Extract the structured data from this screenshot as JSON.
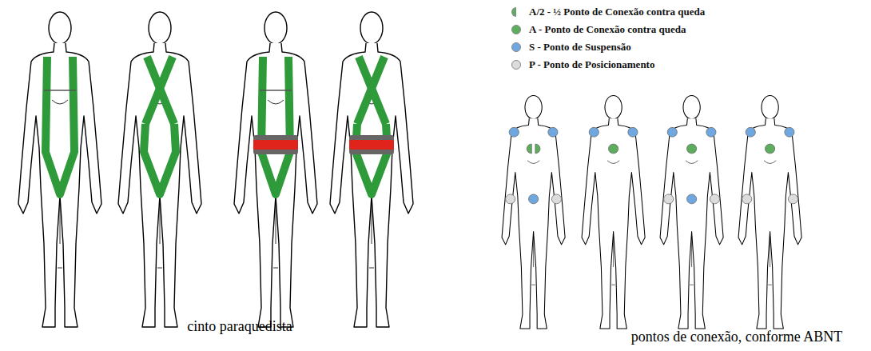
{
  "diagram": {
    "labels": [
      "cinto paraquedista",
      "pontos de conexão, conforme ABNT"
    ],
    "legend": [
      {
        "text": "A/2 - ½ Ponto de Conexão contra queda",
        "color": "#5cae5c"
      },
      {
        "text": "A - Ponto de Conexão contra queda",
        "color": "#5cae5c"
      },
      {
        "text": "S - Ponto de Suspensão",
        "color": "#6fa8e0"
      },
      {
        "text": "P - Ponto de Posicionamento",
        "color": "#dcdcdc"
      }
    ]
  }
}
